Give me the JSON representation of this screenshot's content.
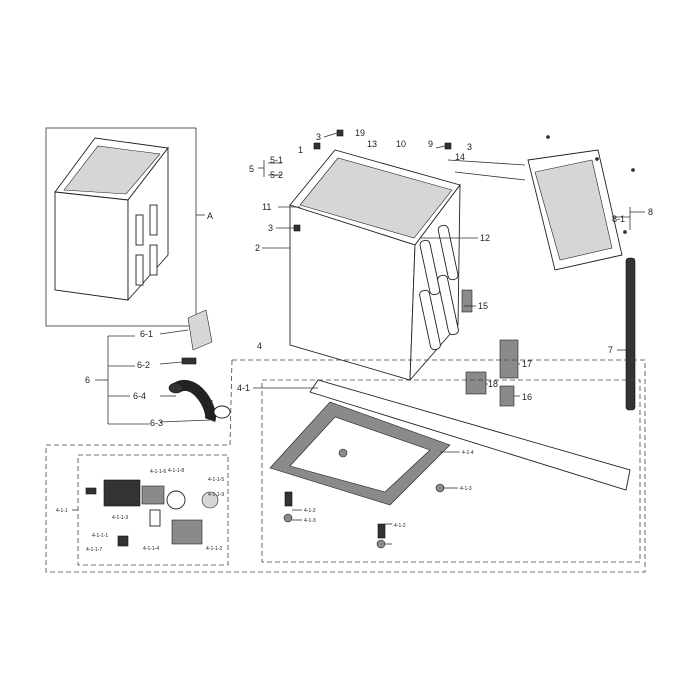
{
  "labels": {
    "l1": "1",
    "l2": "2",
    "l3a": "3",
    "l3b": "3",
    "l3c": "3",
    "l4": "4",
    "l4_1": "4-1",
    "l4_1_1": "4-1-1",
    "l4_1_2a": "4-1-2",
    "l4_1_2b": "4-1-2",
    "l4_1_3a": "4-1-3",
    "l4_1_3b": "4-1-3",
    "l4_1_4": "4-1-4",
    "l4_1_1_1": "4-1-1-1",
    "l4_1_1_2": "4-1-1-2",
    "l4_1_1_3": "4-1-1-3",
    "l4_1_1_4": "4-1-1-4",
    "l4_1_1_5": "4-1-1-5",
    "l4_1_1_6": "4-1-1-6",
    "l4_1_1_7": "4-1-1-7",
    "l4_1_1_8": "4-1-1-8",
    "l4_1_1_9": "4-1-1-9",
    "l5": "5",
    "l5_1": "5-1",
    "l5_2": "5-2",
    "l6": "6",
    "l6_1": "6-1",
    "l6_2": "6-2",
    "l6_3": "6-3",
    "l6_4": "6-4",
    "l7": "7",
    "l8": "8",
    "l8_1": "8-1",
    "l9": "9",
    "l10": "10",
    "l11": "11",
    "l12": "12",
    "l13": "13",
    "l14": "14",
    "l15": "15",
    "l16": "16",
    "l17": "17",
    "l18": "18",
    "l19": "19",
    "lA": "A"
  },
  "colors": {
    "line": "#333333",
    "background": "#ffffff"
  }
}
